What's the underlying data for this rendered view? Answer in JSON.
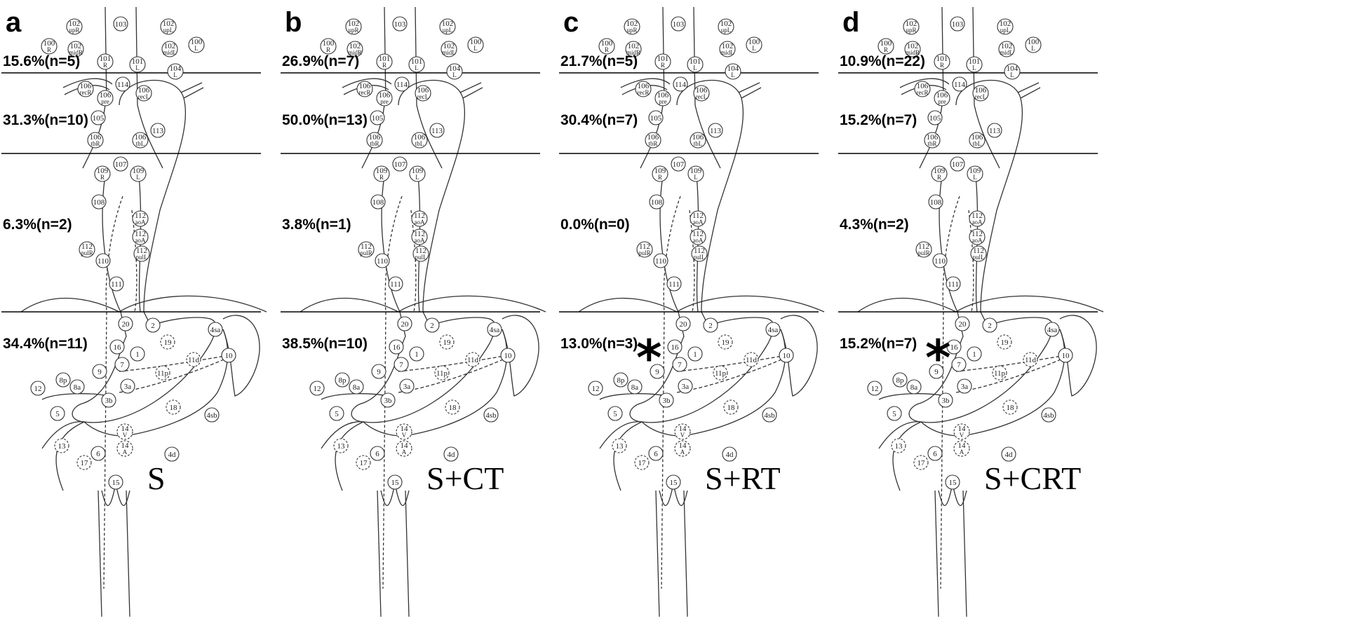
{
  "panels": [
    {
      "letter": "a",
      "group": "S",
      "asterisk": false,
      "regions": [
        {
          "text": "15.6%(n=5)"
        },
        {
          "text": "31.3%(n=10)"
        },
        {
          "text": "6.3%(n=2)"
        },
        {
          "text": "34.4%(n=11)"
        }
      ]
    },
    {
      "letter": "b",
      "group": "S+CT",
      "asterisk": false,
      "regions": [
        {
          "text": "26.9%(n=7)"
        },
        {
          "text": "50.0%(n=13)"
        },
        {
          "text": "3.8%(n=1)"
        },
        {
          "text": "38.5%(n=10)"
        }
      ]
    },
    {
      "letter": "c",
      "group": "S+RT",
      "asterisk": true,
      "regions": [
        {
          "text": "21.7%(n=5)"
        },
        {
          "text": "30.4%(n=7)"
        },
        {
          "text": "0.0%(n=0)"
        },
        {
          "text": "13.0%(n=3)"
        }
      ]
    },
    {
      "letter": "d",
      "group": "S+CRT",
      "asterisk": true,
      "regions": [
        {
          "text": "10.9%(n=22)"
        },
        {
          "text": "15.2%(n=7)"
        },
        {
          "text": "4.3%(n=2)"
        },
        {
          "text": "15.2%(n=7)"
        }
      ]
    }
  ],
  "asterisk_symbol": "*",
  "lymph_node_stations": [
    {
      "main": "102",
      "sub": "upR",
      "dashed": false
    },
    {
      "main": "103",
      "sub": "",
      "dashed": false
    },
    {
      "main": "102",
      "sub": "upL",
      "dashed": false
    },
    {
      "main": "100",
      "sub": "R",
      "dashed": false
    },
    {
      "main": "102",
      "sub": "midR",
      "dashed": false
    },
    {
      "main": "102",
      "sub": "midL",
      "dashed": false
    },
    {
      "main": "100",
      "sub": "L",
      "dashed": false
    },
    {
      "main": "101",
      "sub": "R",
      "dashed": false
    },
    {
      "main": "101",
      "sub": "L",
      "dashed": false
    },
    {
      "main": "104",
      "sub": "L",
      "dashed": false
    },
    {
      "main": "106",
      "sub": "recR",
      "dashed": false
    },
    {
      "main": "114",
      "sub": "",
      "dashed": false
    },
    {
      "main": "106",
      "sub": "pre",
      "dashed": false
    },
    {
      "main": "106",
      "sub": "recL",
      "dashed": false
    },
    {
      "main": "105",
      "sub": "",
      "dashed": false
    },
    {
      "main": "113",
      "sub": "",
      "dashed": false
    },
    {
      "main": "106",
      "sub": "tbR",
      "dashed": false
    },
    {
      "main": "106",
      "sub": "tbL",
      "dashed": false
    },
    {
      "main": "107",
      "sub": "",
      "dashed": false
    },
    {
      "main": "109",
      "sub": "R",
      "dashed": false
    },
    {
      "main": "109",
      "sub": "L",
      "dashed": false
    },
    {
      "main": "108",
      "sub": "",
      "dashed": false
    },
    {
      "main": "112",
      "sub": "aoA",
      "dashed": false
    },
    {
      "main": "112",
      "sub": "aoA",
      "dashed": false
    },
    {
      "main": "112",
      "sub": "pulL",
      "dashed": false
    },
    {
      "main": "112",
      "sub": "pulR",
      "dashed": false
    },
    {
      "main": "110",
      "sub": "",
      "dashed": false
    },
    {
      "main": "111",
      "sub": "",
      "dashed": false
    },
    {
      "main": "20",
      "sub": "",
      "dashed": false
    },
    {
      "main": "2",
      "sub": "",
      "dashed": false
    },
    {
      "main": "4sa",
      "sub": "",
      "dashed": false
    },
    {
      "main": "19",
      "sub": "",
      "dashed": true
    },
    {
      "main": "16",
      "sub": "",
      "dashed": false
    },
    {
      "main": "1",
      "sub": "",
      "dashed": false
    },
    {
      "main": "9",
      "sub": "",
      "dashed": false
    },
    {
      "main": "7",
      "sub": "",
      "dashed": false
    },
    {
      "main": "11p",
      "sub": "",
      "dashed": true
    },
    {
      "main": "11d",
      "sub": "",
      "dashed": true
    },
    {
      "main": "10",
      "sub": "",
      "dashed": false
    },
    {
      "main": "8p",
      "sub": "",
      "dashed": false
    },
    {
      "main": "8a",
      "sub": "",
      "dashed": false
    },
    {
      "main": "3a",
      "sub": "",
      "dashed": false
    },
    {
      "main": "12",
      "sub": "",
      "dashed": false
    },
    {
      "main": "3b",
      "sub": "",
      "dashed": false
    },
    {
      "main": "18",
      "sub": "",
      "dashed": true
    },
    {
      "main": "5",
      "sub": "",
      "dashed": false
    },
    {
      "main": "4sb",
      "sub": "",
      "dashed": false
    },
    {
      "main": "14",
      "sub": "V",
      "dashed": true
    },
    {
      "main": "14",
      "sub": "A",
      "dashed": true
    },
    {
      "main": "13",
      "sub": "",
      "dashed": true
    },
    {
      "main": "4d",
      "sub": "",
      "dashed": false
    },
    {
      "main": "6",
      "sub": "",
      "dashed": false
    },
    {
      "main": "17",
      "sub": "",
      "dashed": true
    },
    {
      "main": "15",
      "sub": "",
      "dashed": false
    }
  ]
}
